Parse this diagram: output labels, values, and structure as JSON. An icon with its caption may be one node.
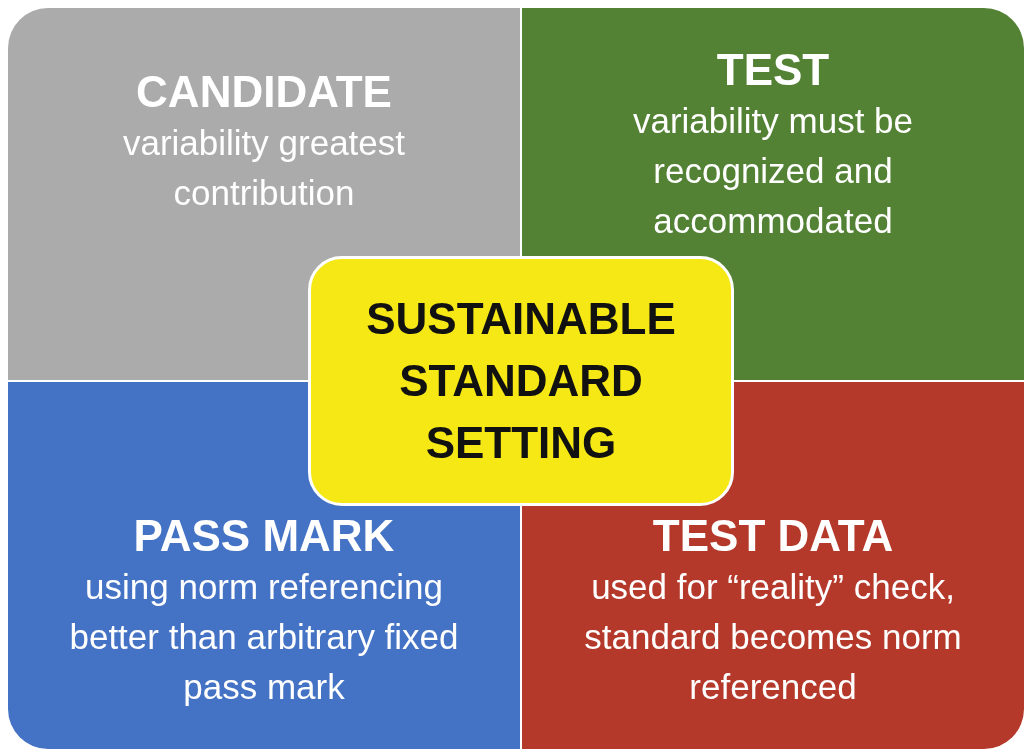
{
  "diagram": {
    "nodes": [
      {
        "text": [
          "CANDIDATE",
          "variability greatest contribution"
        ]
      },
      {
        "text": [
          "TEST",
          "variability must be recognized and accommodated"
        ]
      },
      {
        "text": [
          "PASS MARK",
          "using norm referencing better than arbitrary fixed pass mark"
        ]
      },
      {
        "text": [
          "TEST DATA",
          "used for “reality” check, standard becomes norm referenced"
        ]
      },
      {
        "text": [
          "SUSTAINABLE STANDARD SETTING"
        ]
      }
    ],
    "edges": []
  }
}
